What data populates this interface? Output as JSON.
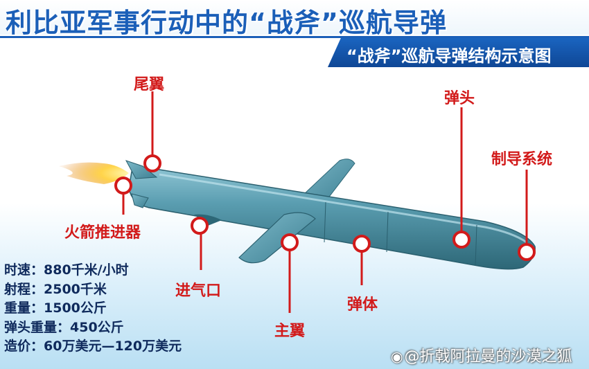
{
  "title": "利比亚军事行动中的“战斧”巡航导弹",
  "subtitle": "“战斧”巡航导弹结构示意图",
  "labels": {
    "tail_fin": "尾翼",
    "rocket_booster": "火箭推进器",
    "air_intake": "进气口",
    "main_wing": "主翼",
    "body": "弹体",
    "warhead": "弹头",
    "guidance_system": "制导系统"
  },
  "specs": [
    "时速：880千米/小时",
    "射程：2500千米",
    "重量：1500公斤",
    "弹头重量：450公斤",
    "造价：60万美元—120万美元"
  ],
  "watermark": "@折戟阿拉曼的沙漠之狐",
  "colors": {
    "title_blue": "#1b5fb8",
    "label_red": "#d21a1a",
    "missile_body": "#4a8fa3",
    "spec_text": "#0f2a5c"
  }
}
